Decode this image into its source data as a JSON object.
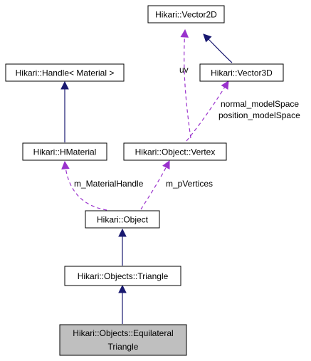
{
  "nodes": {
    "vector2d": {
      "label": "Hikari::Vector2D"
    },
    "vector3d": {
      "label": "Hikari::Vector3D"
    },
    "handle_material": {
      "label": "Hikari::Handle< Material >"
    },
    "hmaterial": {
      "label": "Hikari::HMaterial"
    },
    "object_vertex": {
      "label": "Hikari::Object::Vertex"
    },
    "object": {
      "label": "Hikari::Object"
    },
    "triangle": {
      "label": "Hikari::Objects::Triangle"
    },
    "equilateral_triangle": {
      "line1": "Hikari::Objects::Equilateral",
      "line2": "Triangle"
    }
  },
  "edge_labels": {
    "uv": "uv",
    "normal_model_space": "normal_modelSpace",
    "position_model_space": "position_modelSpace",
    "material_handle": "m_MaterialHandle",
    "vertices": "m_pVertices"
  },
  "colors": {
    "inheritance": "#191970",
    "usage": "#9a32cd",
    "highlight_fill": "#bfbfbf",
    "node_border": "#000000"
  }
}
